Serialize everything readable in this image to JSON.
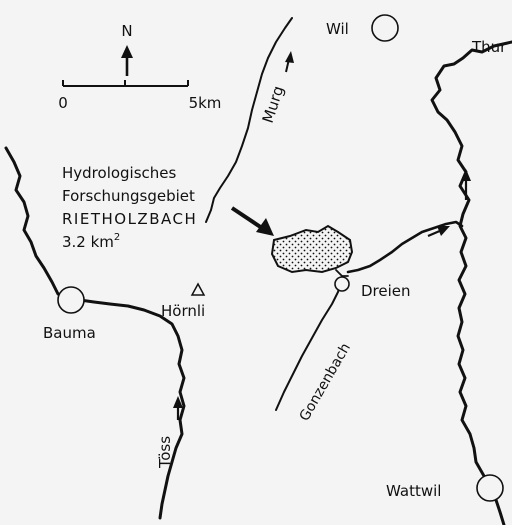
{
  "north_label": "N",
  "scale": {
    "start_label": "0",
    "end_label": "5km"
  },
  "rivers": {
    "thur": "Thur",
    "murg": "Murg",
    "toess": "Töss",
    "gonzenbach": "Gonzenbach"
  },
  "places": {
    "wil": "Wil",
    "bauma": "Bauma",
    "hoernli": "Hörnli",
    "dreien": "Dreien",
    "wattwil": "Wattwil"
  },
  "study_area": {
    "line1": "Hydrologisches",
    "line2": "Forschungsgebiet",
    "line3": "RIETHOLZBACH",
    "area_value": "3.2 km",
    "area_exp": "2"
  },
  "colors": {
    "ink": "#111111",
    "paper": "#f4f4f4"
  }
}
